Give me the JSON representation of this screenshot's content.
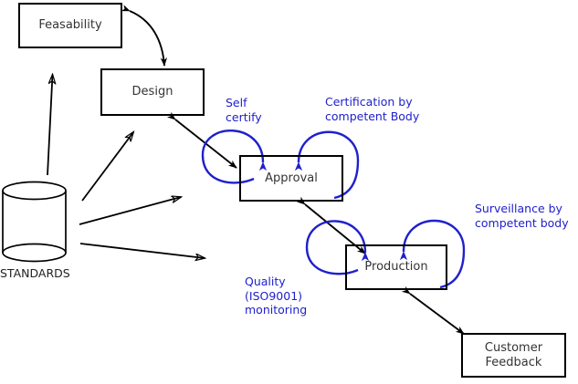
{
  "diagram": {
    "title": "Standards-driven product lifecycle diagram",
    "colors": {
      "black": "#000000",
      "blue": "#2020cc",
      "box_text": "#333333",
      "background": "#ffffff"
    },
    "nodes": [
      {
        "id": "feasability",
        "label": "Feasability",
        "shape": "rectangle"
      },
      {
        "id": "design",
        "label": "Design",
        "shape": "rectangle"
      },
      {
        "id": "approval",
        "label": "Approval",
        "shape": "rectangle"
      },
      {
        "id": "production",
        "label": "Production",
        "shape": "rectangle"
      },
      {
        "id": "customer_feedback",
        "label": "Customer\nFeedback",
        "shape": "rectangle"
      },
      {
        "id": "standards",
        "label": "STANDARDS",
        "shape": "cylinder"
      }
    ],
    "edge_labels": [
      {
        "id": "self_certify",
        "text": "Self\ncertify",
        "target": "approval"
      },
      {
        "id": "certification",
        "text": "Certification by\ncompetent Body",
        "target": "approval"
      },
      {
        "id": "surveillance",
        "text": "Surveillance by\ncompetent body",
        "target": "production"
      },
      {
        "id": "quality",
        "text": "Quality\n(ISO9001)\nmonitoring",
        "target": "production"
      }
    ],
    "edges": [
      {
        "from": "feasability",
        "to": "design",
        "style": "curved",
        "arrows": "both",
        "color": "black"
      },
      {
        "from": "design",
        "to": "approval",
        "style": "straight",
        "arrows": "both",
        "color": "black"
      },
      {
        "from": "approval",
        "to": "production",
        "style": "straight",
        "arrows": "both",
        "color": "black"
      },
      {
        "from": "production",
        "to": "customer_feedback",
        "style": "straight",
        "arrows": "both",
        "color": "black"
      },
      {
        "from": "standards",
        "to": "feasability",
        "style": "straight",
        "arrows": "single",
        "color": "black"
      },
      {
        "from": "standards",
        "to": "design",
        "style": "straight",
        "arrows": "single",
        "color": "black"
      },
      {
        "from": "standards",
        "to": "approval",
        "style": "straight",
        "arrows": "single",
        "color": "black"
      },
      {
        "from": "standards",
        "to": "production",
        "style": "straight",
        "arrows": "single",
        "color": "black"
      },
      {
        "id": "self_certify_loop",
        "style": "self-loop",
        "arrows": "single",
        "color": "blue",
        "target": "approval",
        "side": "left"
      },
      {
        "id": "certification_loop",
        "style": "self-loop",
        "arrows": "single",
        "color": "blue",
        "target": "approval",
        "side": "right"
      },
      {
        "id": "quality_loop",
        "style": "self-loop",
        "arrows": "single",
        "color": "blue",
        "target": "production",
        "side": "left"
      },
      {
        "id": "surveillance_loop",
        "style": "self-loop",
        "arrows": "single",
        "color": "blue",
        "target": "production",
        "side": "right"
      }
    ]
  }
}
